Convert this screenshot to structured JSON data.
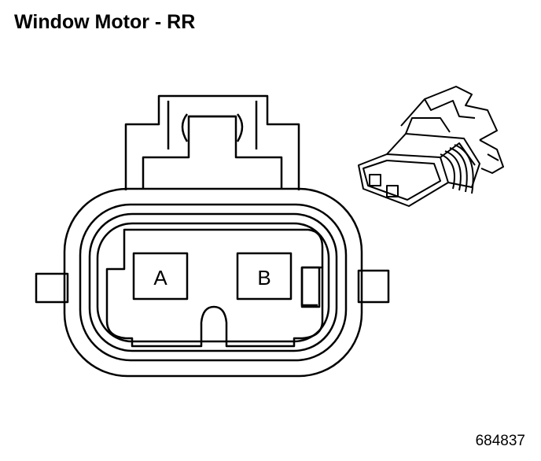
{
  "title": "Window Motor - RR",
  "figure_id": "684837",
  "pins": [
    {
      "label": "A"
    },
    {
      "label": "B"
    }
  ],
  "icons": {
    "connector_face": "connector-face-icon",
    "connector_side": "connector-side-icon"
  },
  "colors": {
    "stroke": "#000000",
    "background": "#ffffff"
  }
}
